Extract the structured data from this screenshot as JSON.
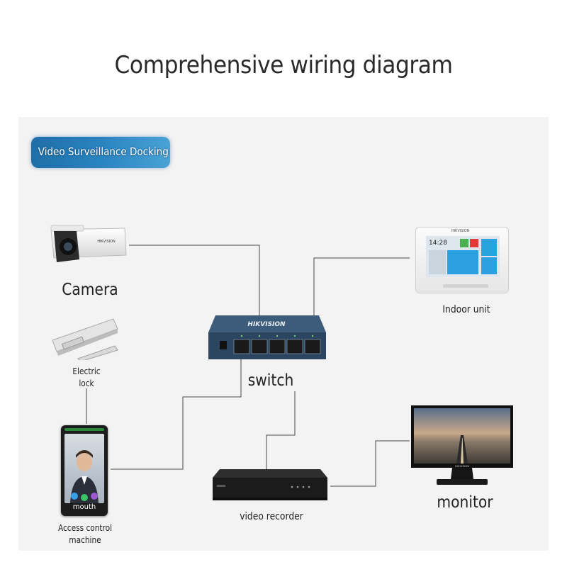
{
  "title": "Comprehensive wiring diagram",
  "section_badge": "Video Surveillance Docking",
  "devices": {
    "camera": {
      "label": "Camera",
      "brand_text": "HIKVISION"
    },
    "electric_lock": {
      "label_line1": "Electric",
      "label_line2": "lock"
    },
    "access_control": {
      "label_line1": "Access control",
      "label_line2": "machine",
      "screen_text": "mouth"
    },
    "switch": {
      "label": "switch",
      "brand_text": "HIKVISION"
    },
    "indoor_unit": {
      "label": "Indoor unit",
      "clock": "14:28",
      "brand_text": "HIKVISION"
    },
    "video_recorder": {
      "label": "video recorder"
    },
    "monitor": {
      "label": "monitor",
      "brand_text": "HIKVISION"
    }
  },
  "colors": {
    "badge": "#2b86c2",
    "wire": "#4a4a4a",
    "switch_body": "#2f4a66"
  }
}
